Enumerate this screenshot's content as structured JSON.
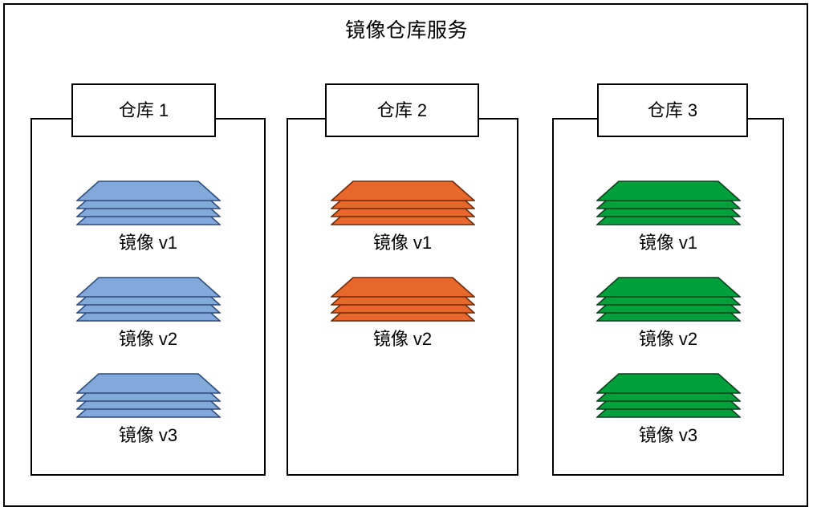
{
  "diagram": {
    "title": "镜像仓库服务",
    "frame_color": "#000000",
    "background": "#ffffff"
  },
  "repositories": [
    {
      "id": "repo-1",
      "header_label": "仓库 1",
      "accent_color": "#83A9DB",
      "accent_stroke": "#2E4B79",
      "images": [
        {
          "label": "镜像 v1",
          "layers": 4
        },
        {
          "label": "镜像 v2",
          "layers": 4
        },
        {
          "label": "镜像 v3",
          "layers": 4
        }
      ]
    },
    {
      "id": "repo-2",
      "header_label": "仓库 2",
      "accent_color": "#E8672A",
      "accent_stroke": "#6B2A0B",
      "images": [
        {
          "label": "镜像 v1",
          "layers": 4
        },
        {
          "label": "镜像 v2",
          "layers": 4
        }
      ]
    },
    {
      "id": "repo-3",
      "header_label": "仓库 3",
      "accent_color": "#00A03C",
      "accent_stroke": "#0A3D1C",
      "images": [
        {
          "label": "镜像 v1",
          "layers": 4
        },
        {
          "label": "镜像 v2",
          "layers": 4
        },
        {
          "label": "镜像 v3",
          "layers": 4
        }
      ]
    }
  ]
}
